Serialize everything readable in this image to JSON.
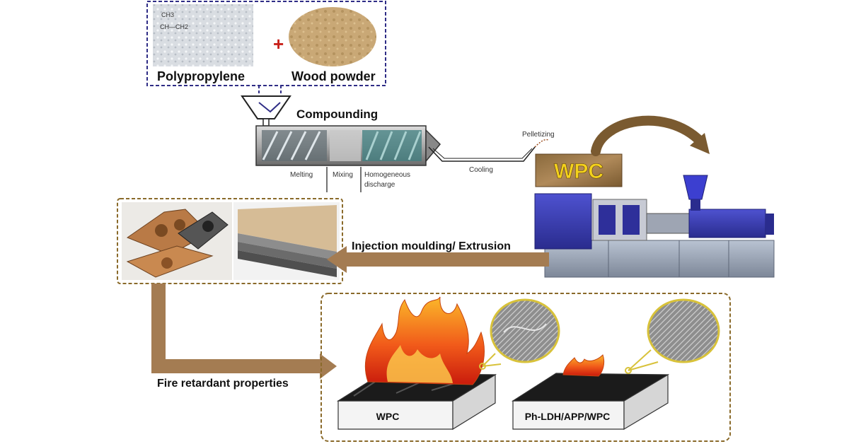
{
  "materials": {
    "polypropylene": "Polypropylene",
    "plus": "+",
    "wood": "Wood powder",
    "chem_ch3": "CH3",
    "chem_chain": "CH—CH2"
  },
  "extruder": {
    "title": "Compounding",
    "zone_melting": "Melting",
    "zone_mixing": "Mixing",
    "zone_discharge_1": "Homogeneous",
    "zone_discharge_2": "discharge",
    "cooling": "Cooling",
    "pelletizing": "Pelletizing"
  },
  "wpc_block": "WPC",
  "process": {
    "injection": "Injection moulding/ Extrusion",
    "fire": "Fire retardant properties"
  },
  "fire_test": {
    "left_label": "WPC",
    "right_label": "Ph-LDH/APP/WPC"
  },
  "colors": {
    "dashed_blue": "#2f2d86",
    "dashed_brown": "#8a6a2a",
    "arrow_brown": "#a47c52",
    "machine_blue": "#3c3fb0",
    "wpc_text": "#f4d21c"
  }
}
